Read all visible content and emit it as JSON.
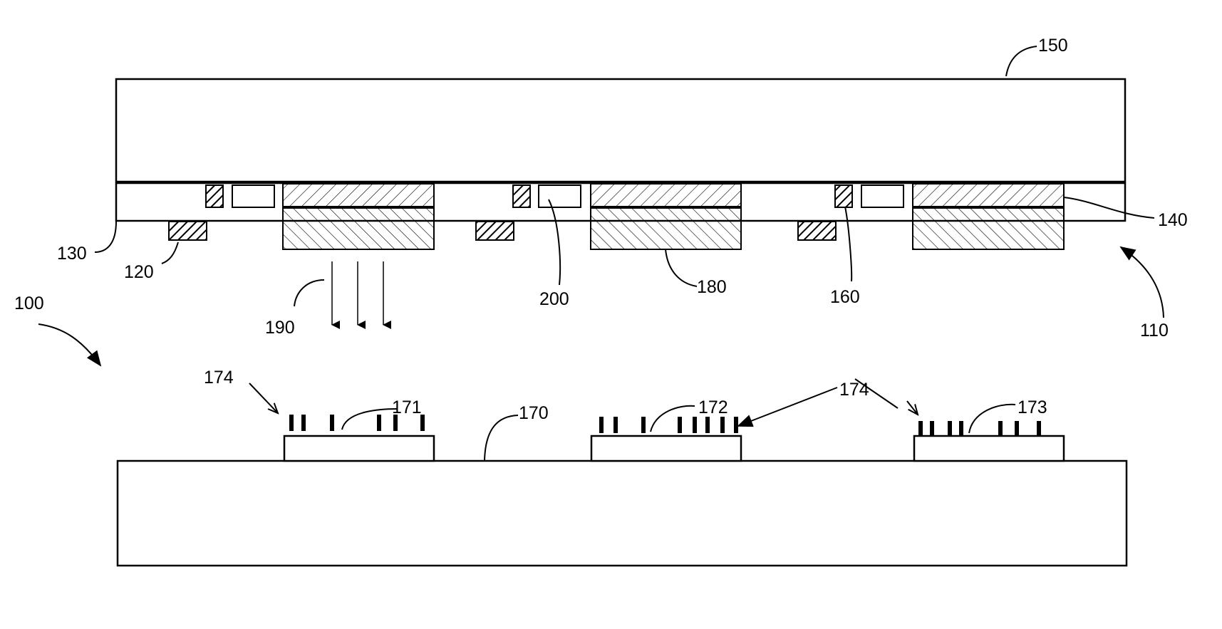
{
  "labels": {
    "l150": "150",
    "l140": "140",
    "l130": "130",
    "l120": "120",
    "l190": "190",
    "l200": "200",
    "l180": "180",
    "l160": "160",
    "l110": "110",
    "l100": "100",
    "l174_left": "174",
    "l174_center": "174",
    "l171": "171",
    "l172": "172",
    "l173": "173",
    "l170": "170"
  },
  "colors": {
    "line": "#000000",
    "background": "#ffffff"
  }
}
